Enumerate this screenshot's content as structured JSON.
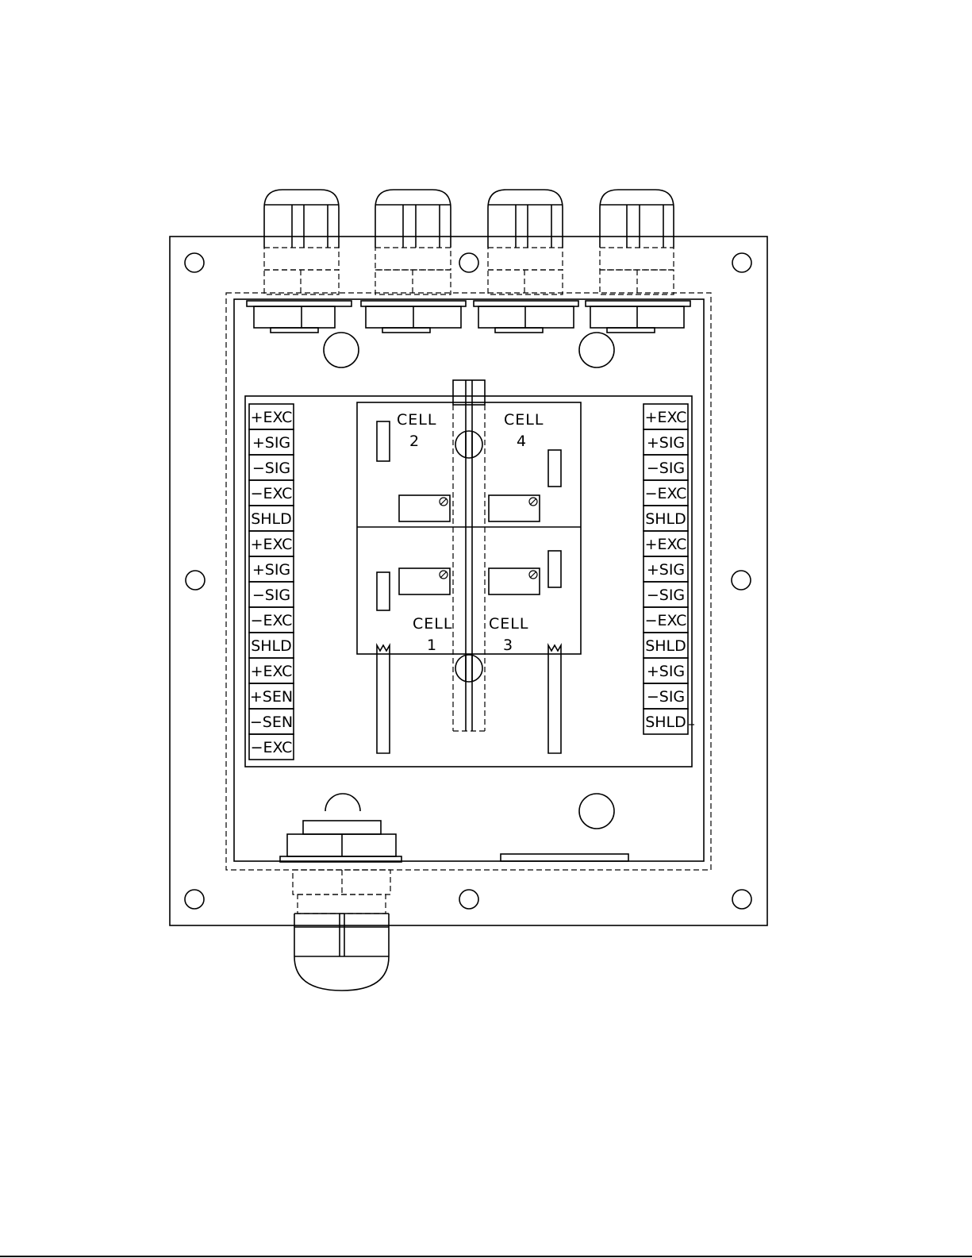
{
  "cells": [
    {
      "label": "CELL",
      "number": "2"
    },
    {
      "label": "CELL",
      "number": "4"
    },
    {
      "label": "CELL",
      "number": "1"
    },
    {
      "label": "CELL",
      "number": "3"
    }
  ],
  "left_terminals": [
    "+EXC",
    "+SIG",
    "−SIG",
    "−EXC",
    "SHLD",
    "+EXC",
    "+SIG",
    "−SIG",
    "−EXC",
    "SHLD",
    "+EXC",
    "+SEN",
    "−SEN",
    "−EXC"
  ],
  "right_terminals": [
    "+EXC",
    "+SIG",
    "−SIG",
    "−EXC",
    "SHLD",
    "+EXC",
    "+SIG",
    "−SIG",
    "−EXC",
    "SHLD",
    "+SIG",
    "−SIG",
    "SHLD"
  ]
}
